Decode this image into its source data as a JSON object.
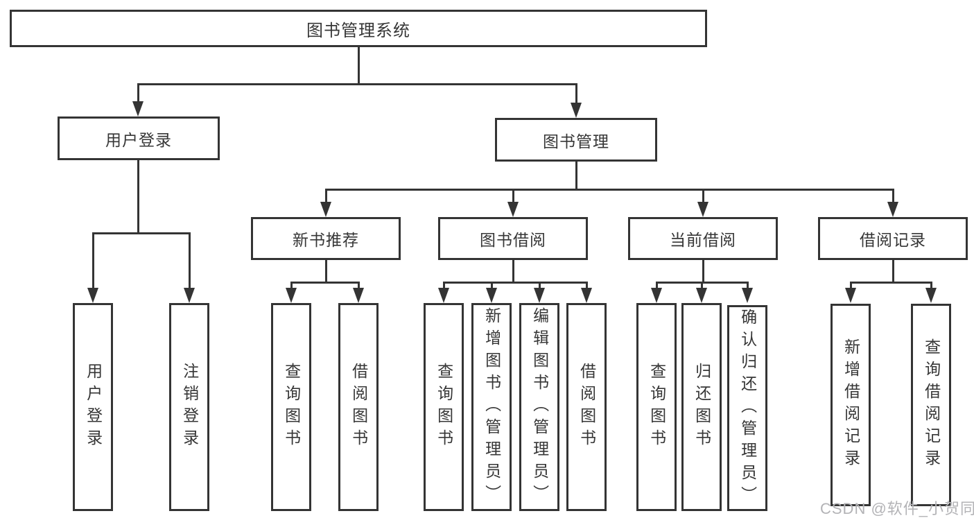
{
  "diagram": {
    "root": {
      "label": "图书管理系统"
    },
    "branches": [
      {
        "label": "用户登录",
        "children": [
          {
            "label": "用户登录"
          },
          {
            "label": "注销登录"
          }
        ]
      },
      {
        "label": "图书管理",
        "children": [
          {
            "label": "新书推荐",
            "children": [
              {
                "label": "查询图书"
              },
              {
                "label": "借阅图书"
              }
            ]
          },
          {
            "label": "图书借阅",
            "children": [
              {
                "label": "查询图书"
              },
              {
                "label": "新增图书（管理员）"
              },
              {
                "label": "编辑图书（管理员）"
              },
              {
                "label": "借阅图书"
              }
            ]
          },
          {
            "label": "当前借阅",
            "children": [
              {
                "label": "查询图书"
              },
              {
                "label": "归还图书"
              },
              {
                "label": "确认归还（管理员）"
              }
            ]
          },
          {
            "label": "借阅记录",
            "children": [
              {
                "label": "新增借阅记录"
              },
              {
                "label": "查询借阅记录"
              }
            ]
          }
        ]
      }
    ]
  },
  "watermark": {
    "text": "CSDN @软件_小贺同学"
  },
  "colors": {
    "line": "#343434",
    "text": "#363636",
    "watermark": "#b3b3b6",
    "background": "#ffffff"
  }
}
